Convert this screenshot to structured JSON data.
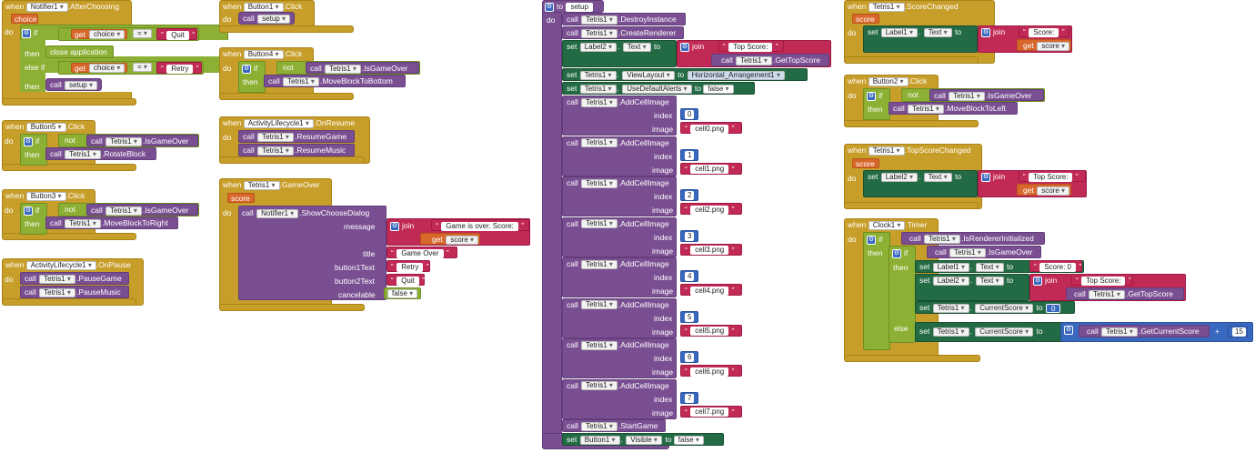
{
  "kw": {
    "when": "when",
    "do": "do",
    "if": "if",
    "then": "then",
    "else_if": "else if",
    "else": "else",
    "call": "call",
    "set": "set",
    "get": "get",
    "to": "to",
    "not": "not",
    "join": "join",
    "eq": "=",
    "plus": "+",
    "index": "index",
    "image": "image"
  },
  "b1": {
    "comp": "Notifier1",
    "evt": ".AfterChoosing",
    "param": "choice",
    "quit": "Quit",
    "retry": "Retry",
    "close": "close application",
    "proc": "setup"
  },
  "b2": {
    "comp": "Button5",
    "evt": ".Click",
    "tetris": "Tetris1",
    "m1": ".IsGameOver",
    "m2": ".RotateBlock"
  },
  "b3": {
    "comp": "Button3",
    "evt": ".Click",
    "tetris": "Tetris1",
    "m1": ".IsGameOver",
    "m2": ".MoveBlockToRight"
  },
  "b4": {
    "comp": "ActivityLifecycle1",
    "evt": ".OnPause",
    "tetris": "Tetris1",
    "m1": ".PauseGame",
    "m2": ".PauseMusic"
  },
  "b5": {
    "comp": "Button1",
    "evt": ".Click",
    "proc": "setup"
  },
  "b6": {
    "comp": "Button4",
    "evt": ".Click",
    "tetris": "Tetris1",
    "m1": ".IsGameOver",
    "m2": ".MoveBlockToBottom"
  },
  "b7": {
    "comp": "ActivityLifecycle1",
    "evt": ".OnResume",
    "tetris": "Tetris1",
    "m1": ".ResumeGame",
    "m2": ".ResumeMusic"
  },
  "b8": {
    "comp": "Tetris1",
    "evt": ".GameOver",
    "param": "score",
    "notifier": "Notifier1",
    "method": ".ShowChooseDialog",
    "message": "message",
    "msg_text": "Game is over. Score: ",
    "title": "title",
    "title_text": "Game Over",
    "button1": "button1Text",
    "b1_text": "Retry",
    "button2": "button2Text",
    "b2_text": "Quit",
    "cancelable": "cancelable",
    "cancel_val": "false"
  },
  "b9": {
    "proc": "setup",
    "tetris": "Tetris1",
    "destroy": ".DestroyInstance",
    "create": ".CreateRenderer",
    "label2": "Label2",
    "text": "Text",
    "top_score": "Top Score: ",
    "get_top": ".GetTopScore",
    "layout": "ViewLayout",
    "arrangement": "Horizontal_Arrangement1",
    "alerts": "UseDefaultAlerts",
    "false": "false",
    "add": ".AddCellImage",
    "start": ".StartGame",
    "button1": "Button1",
    "visible": "Visible",
    "cells": [
      {
        "i": "0",
        "img": "cell0.png"
      },
      {
        "i": "1",
        "img": "cell1.png"
      },
      {
        "i": "2",
        "img": "cell2.png"
      },
      {
        "i": "3",
        "img": "cell3.png"
      },
      {
        "i": "4",
        "img": "cell4.png"
      },
      {
        "i": "5",
        "img": "cell5.png"
      },
      {
        "i": "6",
        "img": "cell6.png"
      },
      {
        "i": "7",
        "img": "cell7.png"
      }
    ]
  },
  "b10": {
    "comp": "Tetris1",
    "evt": ".ScoreChanged",
    "param": "score",
    "label": "Label1",
    "text": "Text",
    "score_text": "Score: "
  },
  "b11": {
    "comp": "Button2",
    "evt": ".Click",
    "tetris": "Tetris1",
    "m1": ".IsGameOver",
    "m2": ".MoveBlockToLeft"
  },
  "b12": {
    "comp": "Tetris1",
    "evt": ".TopScoreChanged",
    "param": "score",
    "label": "Label2",
    "text": "Text",
    "score_text": "Top Score: "
  },
  "b13": {
    "comp": "Clock1",
    "evt": ".Timer",
    "tetris": "Tetris1",
    "m0": ".IsRendererInitialized",
    "m1": ".IsGameOver",
    "label1": "Label1",
    "label2": "Label2",
    "text": "Text",
    "score_text": "Score: 0",
    "top_text": "Top Score: ",
    "get_top": ".GetTopScore",
    "current": "CurrentScore",
    "zero": "0",
    "get_cur": ".GetCurrentScore",
    "fifteen": "15"
  }
}
